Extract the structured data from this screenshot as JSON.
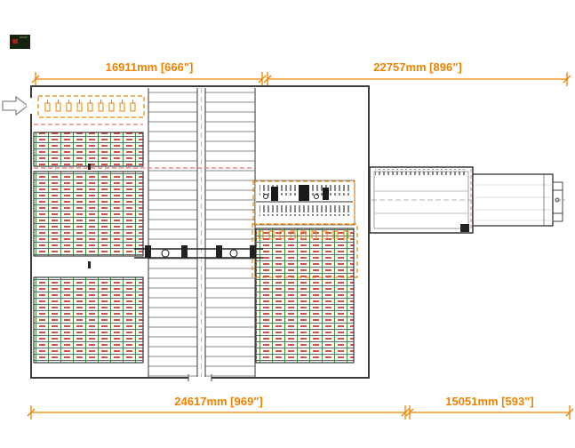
{
  "drawing": {
    "type": "cad-floorplan",
    "dimensions": {
      "top_left": {
        "label": "16911mm [666\"]"
      },
      "top_right": {
        "label": "22757mm [896\"]"
      },
      "bottom_left": {
        "label": "24617mm [969\"]"
      },
      "bottom_right": {
        "label": "15051mm [593\"]"
      }
    },
    "icons": {
      "logo": "vendor-logo",
      "infeed_arrow": "right-arrow"
    },
    "colors": {
      "dimension_text": "#ef8200",
      "dimension_line": "#ef8200",
      "building_outline": "#3c3c3c",
      "rack_shelf": "#555555",
      "rack_item_red": "#c0281c",
      "rack_post_green": "#3f8f3a",
      "highlight_dashed_orange": "#ef8200",
      "reference_dashed_pink": "#e07878",
      "conveyor_rung_gray": "#8a8a8a"
    }
  }
}
